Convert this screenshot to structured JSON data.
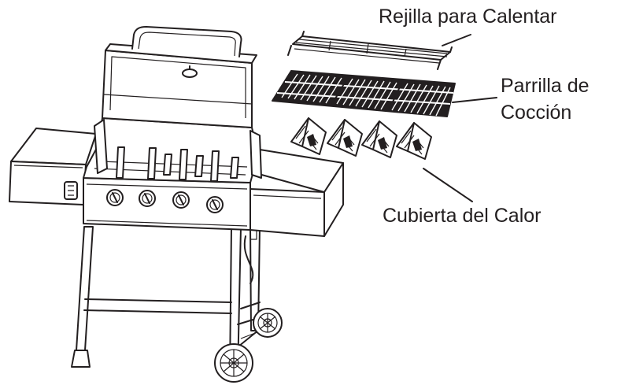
{
  "callouts": {
    "warming_rack": "Rejilla para Calentar",
    "cooking_grate_line1": "Parrilla de",
    "cooking_grate_line2": "Cocción",
    "heat_tent": "Cubierta del Calor"
  },
  "diagram": {
    "main_burner_knobs": 4,
    "heat_tents": 4,
    "cooking_grate_sections": 3,
    "wheels": 2
  },
  "colors": {
    "line": "#231f20",
    "background": "#ffffff"
  }
}
